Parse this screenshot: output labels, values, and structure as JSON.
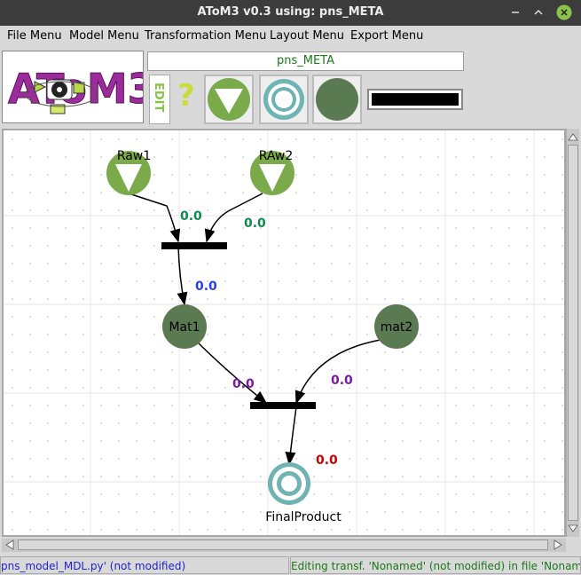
{
  "window": {
    "title": "AToM3 v0.3 using: pns_META"
  },
  "menubar": {
    "file": "File Menu",
    "model": "Model Menu",
    "transformation": "Transformation Menu",
    "layout": "Layout Menu",
    "export": "Export Menu"
  },
  "logo": {
    "text": "AToM3"
  },
  "toolbar": {
    "model_name": "pns_META",
    "edit_label": "EDIT",
    "help_label": "?"
  },
  "diagram": {
    "raw_nodes": [
      {
        "label": "Raw1"
      },
      {
        "label": "RAw2"
      }
    ],
    "material_nodes": [
      {
        "label": "Mat1"
      },
      {
        "label": "mat2"
      }
    ],
    "product_node": {
      "label": "FinalProduct"
    },
    "edge_values": [
      {
        "text": "0.0",
        "color": "#0b8a50"
      },
      {
        "text": "0.0",
        "color": "#0b8a50"
      },
      {
        "text": "0.0",
        "color": "#2a3cf0"
      },
      {
        "text": "0.0",
        "color": "#7d1a9e"
      },
      {
        "text": "0.0",
        "color": "#7d1a9e"
      },
      {
        "text": "0.0",
        "color": "#cc0000"
      }
    ]
  },
  "colors": {
    "raw_node": "#7aaa4a",
    "material_node": "#5a7a52",
    "product_ring": "#6fb3b3",
    "titlebar": "#3c3c3c",
    "close_button": "#8bc34a"
  },
  "statusbar": {
    "file_status": "pns_model_MDL.py' (not modified)",
    "transform_status": "Editing transf. 'Nonamed' (not modified) in file 'Nonamed"
  }
}
